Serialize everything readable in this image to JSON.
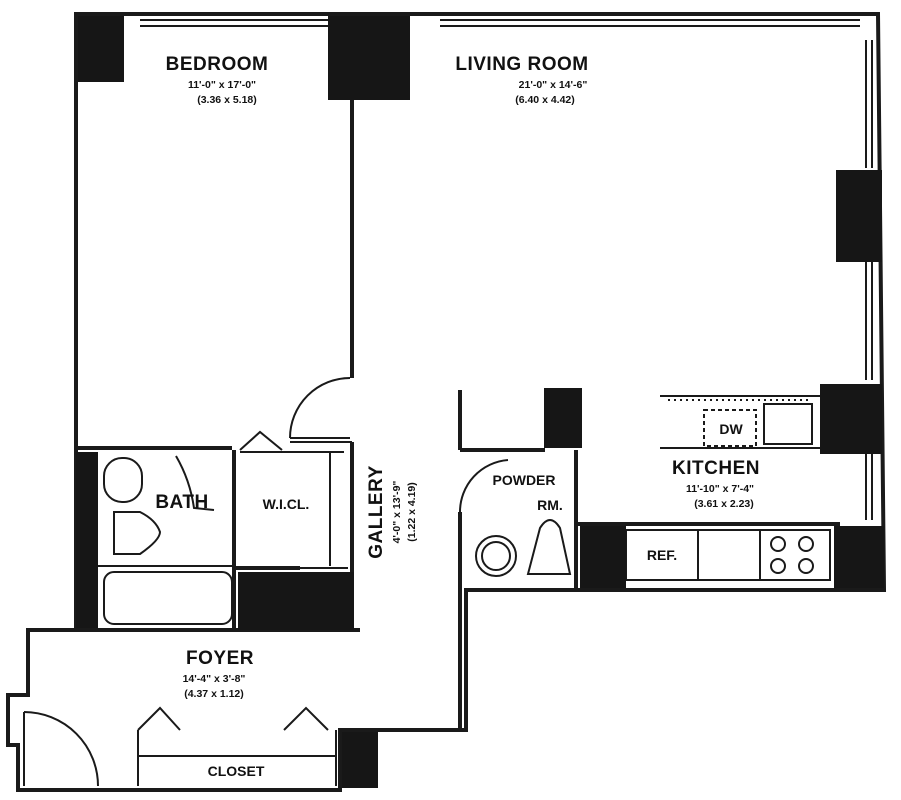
{
  "rooms": {
    "bedroom": {
      "name": "BEDROOM",
      "dim_imperial": "11'-0\" x 17'-0\"",
      "dim_metric": "(3.36 x 5.18)"
    },
    "living_room": {
      "name": "LIVING ROOM",
      "dim_imperial": "21'-0\" x 14'-6\"",
      "dim_metric": "(6.40 x 4.42)"
    },
    "kitchen": {
      "name": "KITCHEN",
      "dim_imperial": "11'-10\" x 7'-4\"",
      "dim_metric": "(3.61 x 2.23)"
    },
    "gallery": {
      "name": "GALLERY",
      "dim_imperial": "4'-0\" x 13'-9\"",
      "dim_metric": "(1.22 x 4.19)"
    },
    "foyer": {
      "name": "FOYER",
      "dim_imperial": "14'-4\" x 3'-8\"",
      "dim_metric": "(4.37 x 1.12)"
    },
    "bath": {
      "name": "BATH"
    },
    "walk_in_closet": {
      "name": "W.I.CL."
    },
    "powder_room": {
      "name_line1": "POWDER",
      "name_line2": "RM."
    },
    "closet": {
      "name": "CLOSET"
    }
  },
  "fixtures": {
    "dishwasher": "DW",
    "refrigerator": "REF."
  },
  "colors": {
    "wall": "#1a1a1a",
    "column": "#161616",
    "line": "#1a1a1a",
    "background": "#ffffff"
  }
}
